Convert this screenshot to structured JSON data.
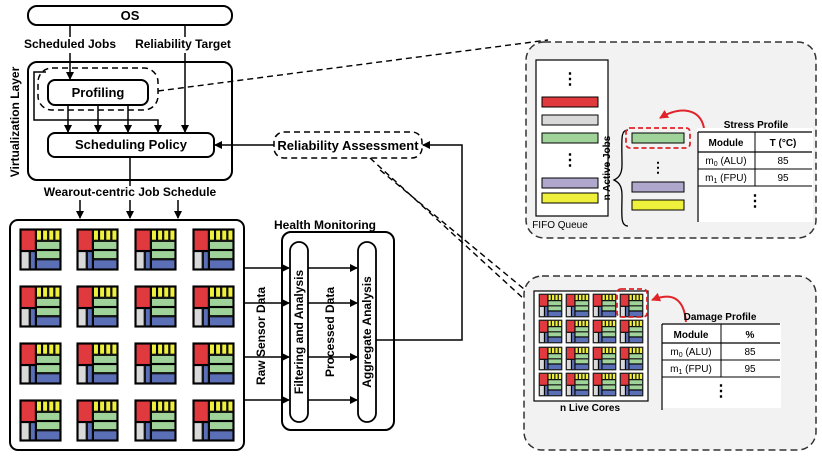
{
  "os": "OS",
  "virtualization_layer": "Virtualization Layer",
  "scheduled_jobs": "Scheduled Jobs",
  "reliability_target": "Reliability Target",
  "profiling": "Profiling",
  "scheduling_policy": "Scheduling Policy",
  "wearout_schedule": "Wearout-centric Job Schedule",
  "reliability_assessment": "Reliability Assessment",
  "health_monitoring": "Health Monitoring",
  "raw_sensor_data": "Raw Sensor Data",
  "filtering_and_analysis": "Filtering and Analysis",
  "processed_data": "Processed Data",
  "aggregate_analysis": "Aggregate Analysis",
  "fifo_queue": "FIFO Queue",
  "n_active_jobs": "n Active Jobs",
  "n_live_cores": "n Live Cores",
  "stress_profile": {
    "title": "Stress Profile",
    "headers": [
      "Module",
      "T (°C)"
    ],
    "rows": [
      {
        "mod": "m",
        "sub": "0",
        "name": " (ALU)",
        "val": "85"
      },
      {
        "mod": "m",
        "sub": "1",
        "name": " (FPU)",
        "val": "95"
      }
    ],
    "ellipsis": "⋮"
  },
  "damage_profile": {
    "title": "Damage Profile",
    "headers": [
      "Module",
      "%"
    ],
    "rows": [
      {
        "mod": "m",
        "sub": "0",
        "name": " (ALU)",
        "val": "85"
      },
      {
        "mod": "m",
        "sub": "1",
        "name": " (FPU)",
        "val": "95"
      }
    ],
    "ellipsis": "⋮"
  },
  "queue_ellipsis": "⋮",
  "colors": {
    "red": "#e0393e",
    "yellow": "#eef03c",
    "green": "#9fd39a",
    "blue": "#5b6fb6",
    "gray": "#d9d9d9",
    "purple": "#b0a8cc",
    "accent_red": "#e0242a"
  }
}
